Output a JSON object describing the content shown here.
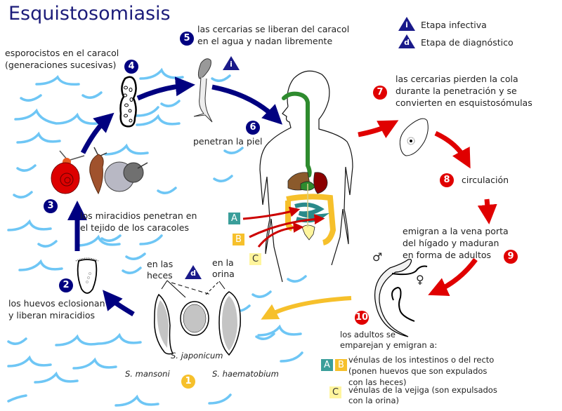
{
  "title": "Esquistosomiasis",
  "legend": {
    "infective": {
      "symbol": "i",
      "label": "Etapa infectiva"
    },
    "diagnostic": {
      "symbol": "d",
      "label": "Etapa de diagnóstico"
    }
  },
  "steps": [
    {
      "number": "1",
      "color": "#f6c02b",
      "lines": []
    },
    {
      "number": "2",
      "color": "#000080",
      "lines": [
        "los huevos eclosionan",
        "y liberan miracidios"
      ]
    },
    {
      "number": "3",
      "color": "#000080",
      "lines": [
        "los miracidios penetran en",
        "el tejido de los caracoles"
      ]
    },
    {
      "number": "4",
      "color": "#000080",
      "lines": [
        "esporocistos en el caracol",
        "(generaciones sucesivas)"
      ]
    },
    {
      "number": "5",
      "color": "#000080",
      "lines": [
        "las cercarias se liberan del caracol",
        "en el agua y nadan libremente"
      ]
    },
    {
      "number": "6",
      "color": "#000080",
      "lines": [
        "penetran la piel"
      ]
    },
    {
      "number": "7",
      "color": "#e00000",
      "lines": [
        "las cercarias pierden la cola",
        "durante la penetración y se",
        "convierten en esquistosómulas"
      ]
    },
    {
      "number": "8",
      "color": "#e00000",
      "lines": [
        "circulación"
      ]
    },
    {
      "number": "9",
      "color": "#e00000",
      "lines": [
        "emigran a la vena porta",
        "del hígado y maduran",
        "en forma de adultos"
      ]
    },
    {
      "number": "10",
      "color": "#e00000",
      "lines": [
        "los adultos se",
        "emparejan y emigran a:"
      ]
    }
  ],
  "eggs": {
    "feces_label": [
      "en las",
      "heces"
    ],
    "urine_label": [
      "en la",
      "orina"
    ],
    "species": [
      "S. mansoni",
      "S. japonicum",
      "S. haematobium"
    ]
  },
  "sites": {
    "A": "A",
    "B": "B",
    "C": "C",
    "ab_text": [
      "vénulas de los intestinos o del recto",
      "(ponen huevos que son expulados",
      "con las heces)"
    ],
    "c_text": [
      "vénulas de la vejiga (son expulsados",
      "con la orina)"
    ]
  },
  "sex_symbols": {
    "male": "♂",
    "female": "♀"
  },
  "colors": {
    "title": "#1c1c7a",
    "snail_stage": "#000080",
    "human_stage": "#e00000",
    "egg_stage": "#f6c02b",
    "water": "#6ec6f5",
    "site_A": "#3a9e9a",
    "site_B": "#f6c02b",
    "site_C": "#fff59d"
  }
}
